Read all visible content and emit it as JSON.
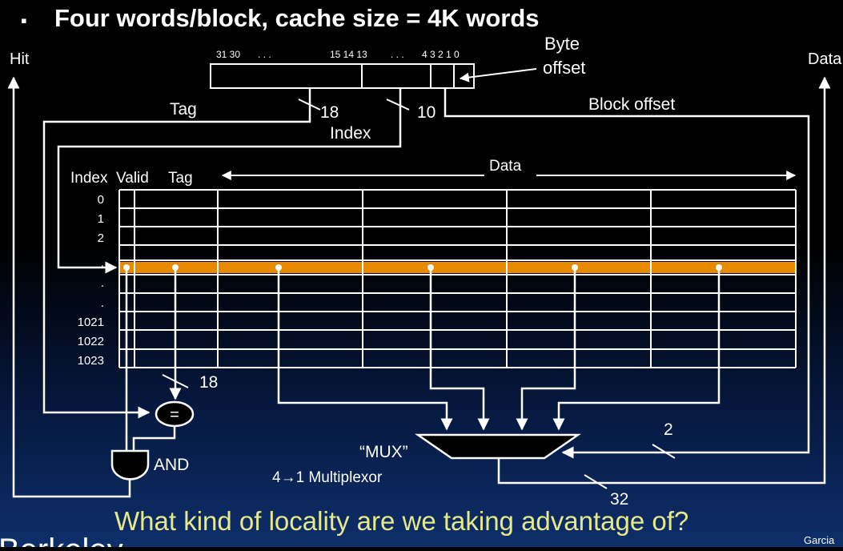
{
  "slide": {
    "bullet": "▪",
    "title": "Four  words/block, cache size = 4K words",
    "question": "What kind of locality are we taking advantage of?",
    "author_partial": "Garcia",
    "corner_partial": "Berkeley"
  },
  "address": {
    "bit_labels": [
      "31 30",
      ". . .",
      "15 14 13",
      ". . .",
      "4  3  2  1  0"
    ],
    "byte_offset_line1": "Byte",
    "byte_offset_line2": "offset",
    "block_offset": "Block offset",
    "tag_label": "Tag",
    "tag_width": "18",
    "index_label": "Index",
    "index_width": "10"
  },
  "cache": {
    "col_index": "Index",
    "col_valid": "Valid",
    "col_tag": "Tag",
    "col_data": "Data",
    "row_labels": [
      "0",
      "1",
      "2",
      ".",
      ".",
      ".",
      "1021",
      "1022",
      "1023"
    ],
    "tag_out_width": "18"
  },
  "logic": {
    "hit": "Hit",
    "data_out": "Data",
    "compare": "=",
    "and": "AND",
    "mux": "“MUX”",
    "mux_sub": "4→1 Multiplexor",
    "select_width": "2",
    "out_width": "32"
  },
  "colors": {
    "highlight_row": "#e88a00",
    "question_text": "#e6e98a",
    "lines": "#ffffff"
  }
}
